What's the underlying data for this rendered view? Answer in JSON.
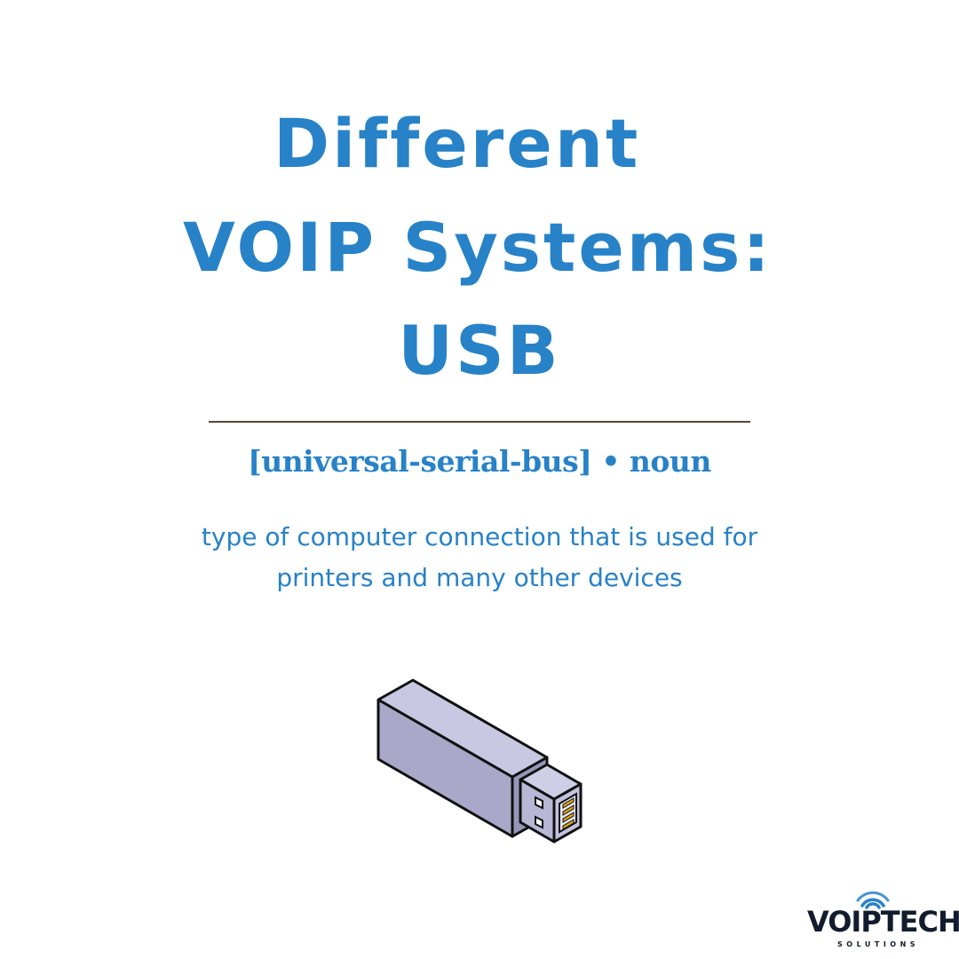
{
  "title": {
    "line1": "Different",
    "line2": "VOIP Systems:",
    "line3": "USB"
  },
  "pronunciation": "[universal-serial-bus] • noun",
  "definition": "type of computer connection that is used for printers and many other devices",
  "illustration": {
    "icon": "usb-drive-icon"
  },
  "logo": {
    "word_part1": "V",
    "word_part2": "IPTECH",
    "subtitle": "SOLUTIONS",
    "icon": "wifi-signal-icon"
  },
  "colors": {
    "accent": "#2782c8",
    "divider": "#5a4632",
    "logo_dark": "#131c2e",
    "usb_body_top": "#c9c8e2",
    "usb_body_front": "#a9a8c8",
    "usb_connector": "#b8b7d6",
    "usb_pins": "#d4a017"
  }
}
